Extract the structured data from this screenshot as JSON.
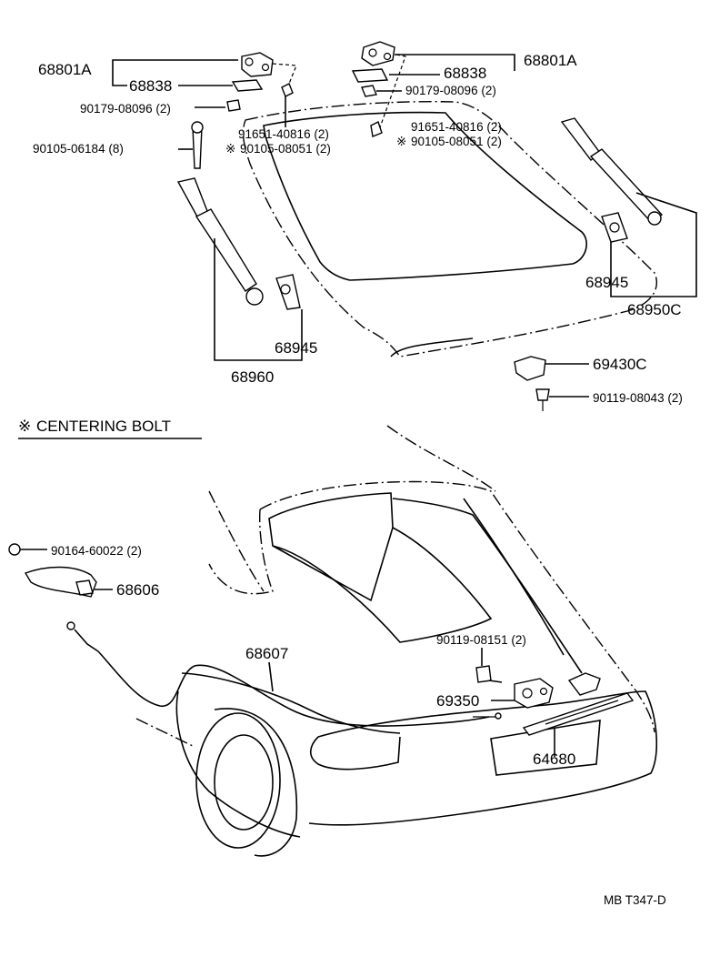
{
  "legend": {
    "mark": "※",
    "text": "CENTERING BOLT"
  },
  "drawing_code": "MB T347-D",
  "labels": {
    "l68801A_left": "68801A",
    "l68838_left": "68838",
    "l90179_left": "90179-08096 (2)",
    "l90105_06184": "90105-06184 (8)",
    "l91651_left": "91651-40816 (2)",
    "l90105_08051_left": "90105-08051 (2)",
    "l68945_left": "68945",
    "l68960": "68960",
    "l68801A_right": "68801A",
    "l68838_right": "68838",
    "l90179_right": "90179-08096 (2)",
    "l91651_right": "91651-40816 (2)",
    "l90105_08051_right": "90105-08051 (2)",
    "l68945_right": "68945",
    "l68950C": "68950C",
    "l69430C": "69430C",
    "l90119_08043": "90119-08043 (2)",
    "l90164": "90164-60022 (2)",
    "l68606": "68606",
    "l68607": "68607",
    "l90119_08151": "90119-08151 (2)",
    "l69350": "69350",
    "l64680": "64680",
    "mark": "※"
  }
}
